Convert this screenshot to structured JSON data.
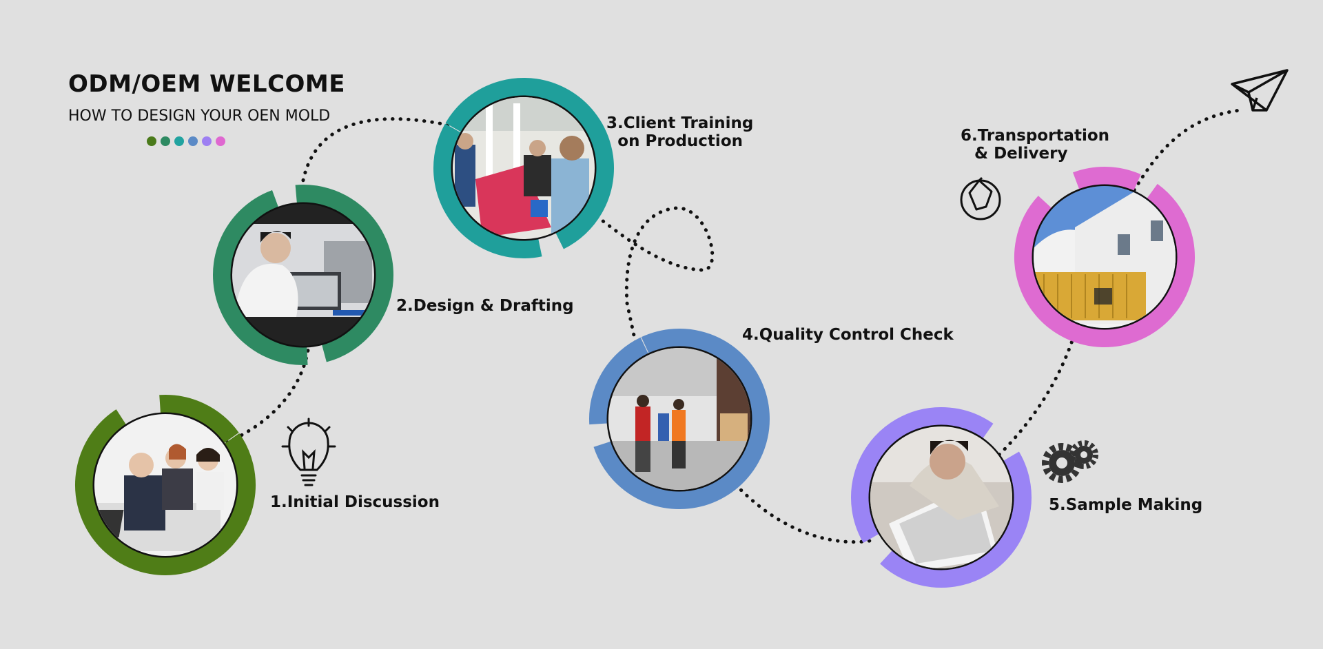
{
  "header": {
    "title": "ODM/OEM WELCOME",
    "subtitle": "HOW TO DESIGN YOUR OEN MOLD",
    "dot_colors": [
      "#4a7a1a",
      "#2e8a62",
      "#21a3a0",
      "#5b8ac6",
      "#9d7ff2",
      "#df68d0"
    ]
  },
  "steps": [
    {
      "line1": "1.Initial Discussion",
      "line2": "",
      "color": "#4f7d17",
      "icon": "lightbulb-icon",
      "photo": "business meeting"
    },
    {
      "line1": "2.Design & Drafting",
      "line2": "",
      "color": "#2e8a62",
      "icon": "",
      "photo": "designer at computer"
    },
    {
      "line1": "3.Client Training",
      "line2": "on Production",
      "color": "#1f9f9b",
      "icon": "",
      "photo": "factory production line"
    },
    {
      "line1": "4.Quality Control Check",
      "line2": "",
      "color": "#5b8ac6",
      "icon": "",
      "photo": "warehouse inspection"
    },
    {
      "line1": "5.Sample Making",
      "line2": "",
      "color": "#9a84f5",
      "icon": "gears-icon",
      "photo": "sample craftsmanship"
    },
    {
      "line1": "6.Transportation",
      "line2": "& Delivery",
      "color": "#de6bd1",
      "icon": "handshake-icon",
      "photo": "container shipping"
    }
  ],
  "end_icon": "paper-plane-icon"
}
